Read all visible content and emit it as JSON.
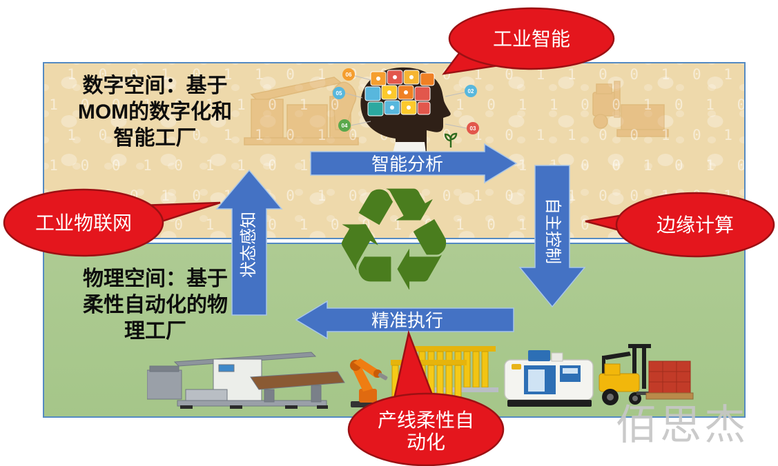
{
  "diagram": {
    "digital_panel": {
      "title_lines": [
        "数字空间：基于",
        "MOM的数字化和",
        "智能工厂"
      ]
    },
    "physical_panel": {
      "title_lines": [
        "物理空间：基于",
        "柔性自动化的物",
        "理工厂"
      ]
    },
    "bubbles": {
      "top": "工业智能",
      "left": "工业物联网",
      "right": "边缘计算",
      "bottom_lines": [
        "产线柔性自",
        "动化"
      ]
    },
    "arrows": {
      "analyze": {
        "label": "智能分析",
        "direction": "right"
      },
      "control": {
        "label": "自主控制",
        "direction": "down"
      },
      "execute": {
        "label": "精准执行",
        "direction": "left"
      },
      "sense": {
        "label": "状态感知",
        "direction": "up"
      }
    },
    "center_icon": {
      "name": "recycle-loop",
      "glyph": "♻"
    },
    "head_badges": [
      "06",
      "05",
      "04",
      "02",
      "03"
    ],
    "pattern_digits": "0 1 0 0 1 0 1 1 0 1 0 0 1 0 1 0 1 1 0 0 1 0 1 0 1 0 0 1 0 1 1 0 1 0 0 1 0 1 0 0 1 1 0 1",
    "watermark": "佰思杰",
    "colors": {
      "bubble_red": "#e4161d",
      "arrow_blue": "#4472c4",
      "digital_beige": "#eed9ab",
      "physical_green": "#a9c88e",
      "recycle_green": "#4a7d1e"
    }
  }
}
